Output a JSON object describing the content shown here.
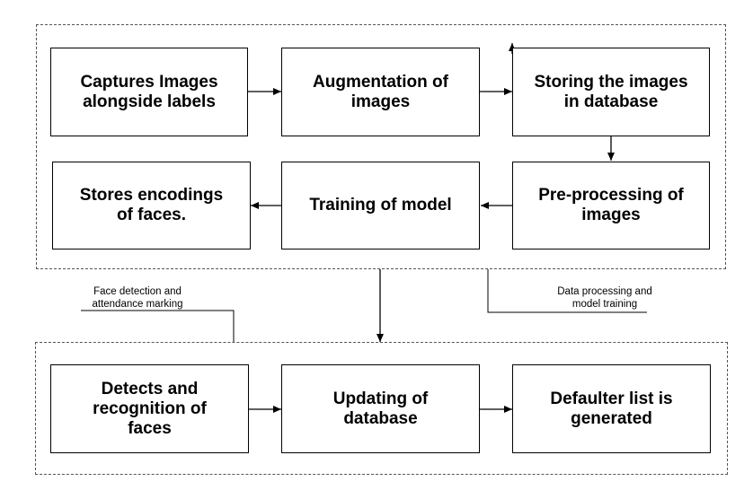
{
  "groups": {
    "training": {
      "boxes": {
        "capture": "Captures Images\nalongside labels",
        "augmentation": "Augmentation of\nimages",
        "storing": "Storing the images\nin database",
        "preprocessing": "Pre-processing of\nimages",
        "training": "Training of model",
        "encodings": "Stores encodings\nof faces."
      },
      "note": "Data processing and\nmodel training"
    },
    "attendance": {
      "boxes": {
        "detect": "Detects and\nrecognition of\nfaces",
        "update": "Updating of\ndatabase",
        "defaulter": "Defaulter list is\ngenerated"
      },
      "note": "Face detection and\nattendance marking"
    }
  },
  "colors": {
    "line": "#000000",
    "dashed_border": "#555555",
    "background": "#ffffff"
  }
}
